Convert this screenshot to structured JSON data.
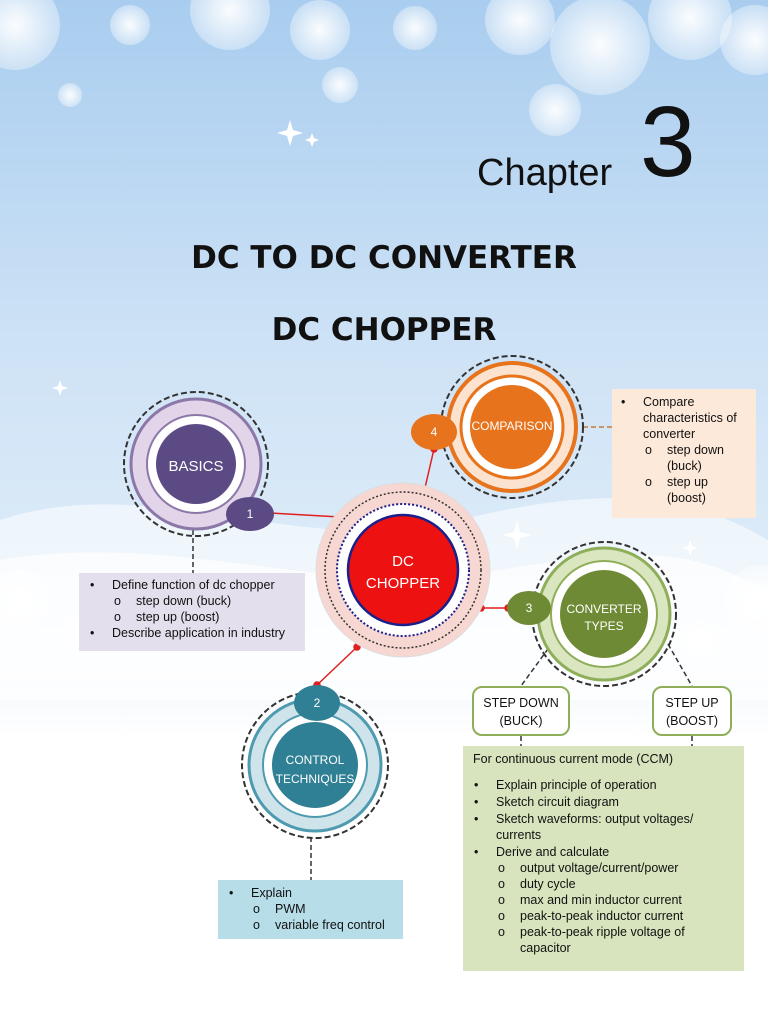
{
  "header": {
    "chapter_word": "Chapter",
    "chapter_number": "3",
    "title_line1": "DC TO DC CONVERTER",
    "title_line2": "DC CHOPPER"
  },
  "nodes": {
    "center": {
      "line1": "DC",
      "line2": "CHOPPER",
      "color": "#ee1111"
    },
    "basics": {
      "label": "BASICS",
      "number": "1",
      "color": "#5c4a85"
    },
    "control": {
      "line1": "CONTROL",
      "line2": "TECHNIQUES",
      "number": "2",
      "color": "#2f7f95"
    },
    "converter": {
      "line1": "CONVERTER",
      "line2": "TYPES",
      "number": "3",
      "color": "#6f8a34"
    },
    "comparison": {
      "label": "COMPARISON",
      "number": "4",
      "color": "#e8731d"
    }
  },
  "boxes": {
    "basics": {
      "items": [
        {
          "level": 1,
          "text": "Define function of dc chopper"
        },
        {
          "level": 2,
          "text": "step down (buck)"
        },
        {
          "level": 2,
          "text": "step up (boost)"
        },
        {
          "level": 1,
          "text": "Describe application in industry"
        }
      ]
    },
    "comparison": {
      "items": [
        {
          "level": 1,
          "text": "Compare"
        },
        {
          "level": 0,
          "text": "characteristics of"
        },
        {
          "level": 0,
          "text": "converter"
        },
        {
          "level": 2,
          "text": "step down"
        },
        {
          "level": 0,
          "text": "(buck)"
        },
        {
          "level": 2,
          "text": "step up"
        },
        {
          "level": 0,
          "text": "(boost)"
        }
      ]
    },
    "control": {
      "items": [
        {
          "level": 1,
          "text": "Explain"
        },
        {
          "level": 2,
          "text": "PWM"
        },
        {
          "level": 2,
          "text": "variable freq control"
        }
      ]
    },
    "converter": {
      "heading": "For continuous current mode (CCM)",
      "items": [
        {
          "level": 1,
          "text": "Explain principle of operation"
        },
        {
          "level": 1,
          "text": "Sketch circuit diagram"
        },
        {
          "level": 1,
          "text": "Sketch waveforms: output voltages/"
        },
        {
          "level": 0,
          "text": "currents"
        },
        {
          "level": 1,
          "text": "Derive and calculate"
        },
        {
          "level": 2,
          "text": "output voltage/current/power"
        },
        {
          "level": 2,
          "text": "duty cycle"
        },
        {
          "level": 2,
          "text": "max and min inductor current"
        },
        {
          "level": 2,
          "text": "peak-to-peak inductor current"
        },
        {
          "level": 2,
          "text": "peak-to-peak ripple voltage of"
        },
        {
          "level": 0,
          "text": "capacitor"
        }
      ]
    }
  },
  "pills": {
    "step_down": {
      "line1": "STEP DOWN",
      "line2": "(BUCK)"
    },
    "step_up": {
      "line1": "STEP UP",
      "line2": "(BOOST)"
    }
  }
}
